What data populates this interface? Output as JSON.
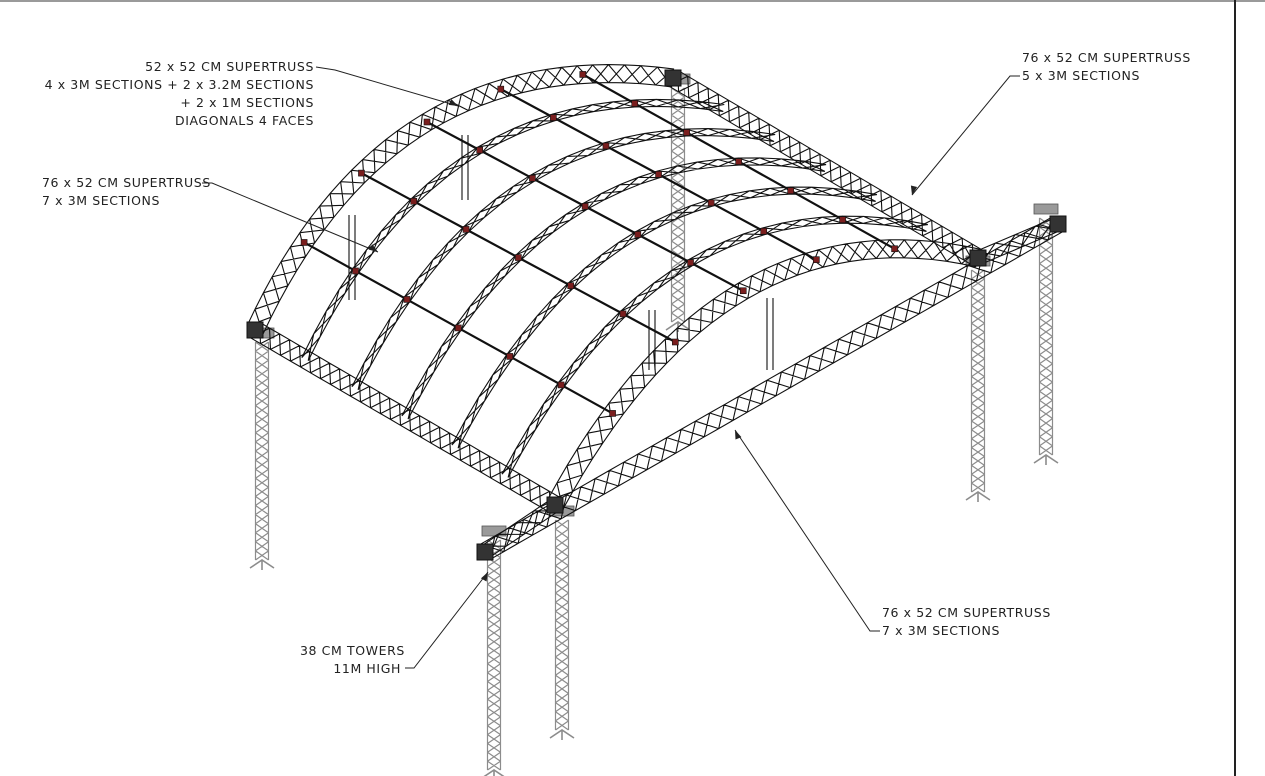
{
  "annotations": {
    "arch_truss": {
      "lines": [
        "52 x 52 CM  SUPERTRUSS",
        "4 x 3M SECTIONS + 2 x 3.2M SECTIONS",
        "+ 2 x 1M SECTIONS",
        "DIAGONALS 4 FACES"
      ]
    },
    "left_side_truss": {
      "lines": [
        "76 x 52 CM SUPERTRUSS",
        "7 x 3M SECTIONS"
      ]
    },
    "back_truss": {
      "lines": [
        "76 x 52 CM SUPERTRUSS",
        "5 x 3M SECTIONS"
      ]
    },
    "front_side_truss": {
      "lines": [
        "76 x 52 CM SUPERTRUSS",
        "7 x 3M SECTIONS"
      ]
    },
    "towers": {
      "lines": [
        "38 CM TOWERS",
        "11M HIGH"
      ]
    }
  },
  "colors": {
    "truss": "#111111",
    "tower": "#8c8c8c",
    "leader": "#222222",
    "node": "#7a1e1e"
  }
}
